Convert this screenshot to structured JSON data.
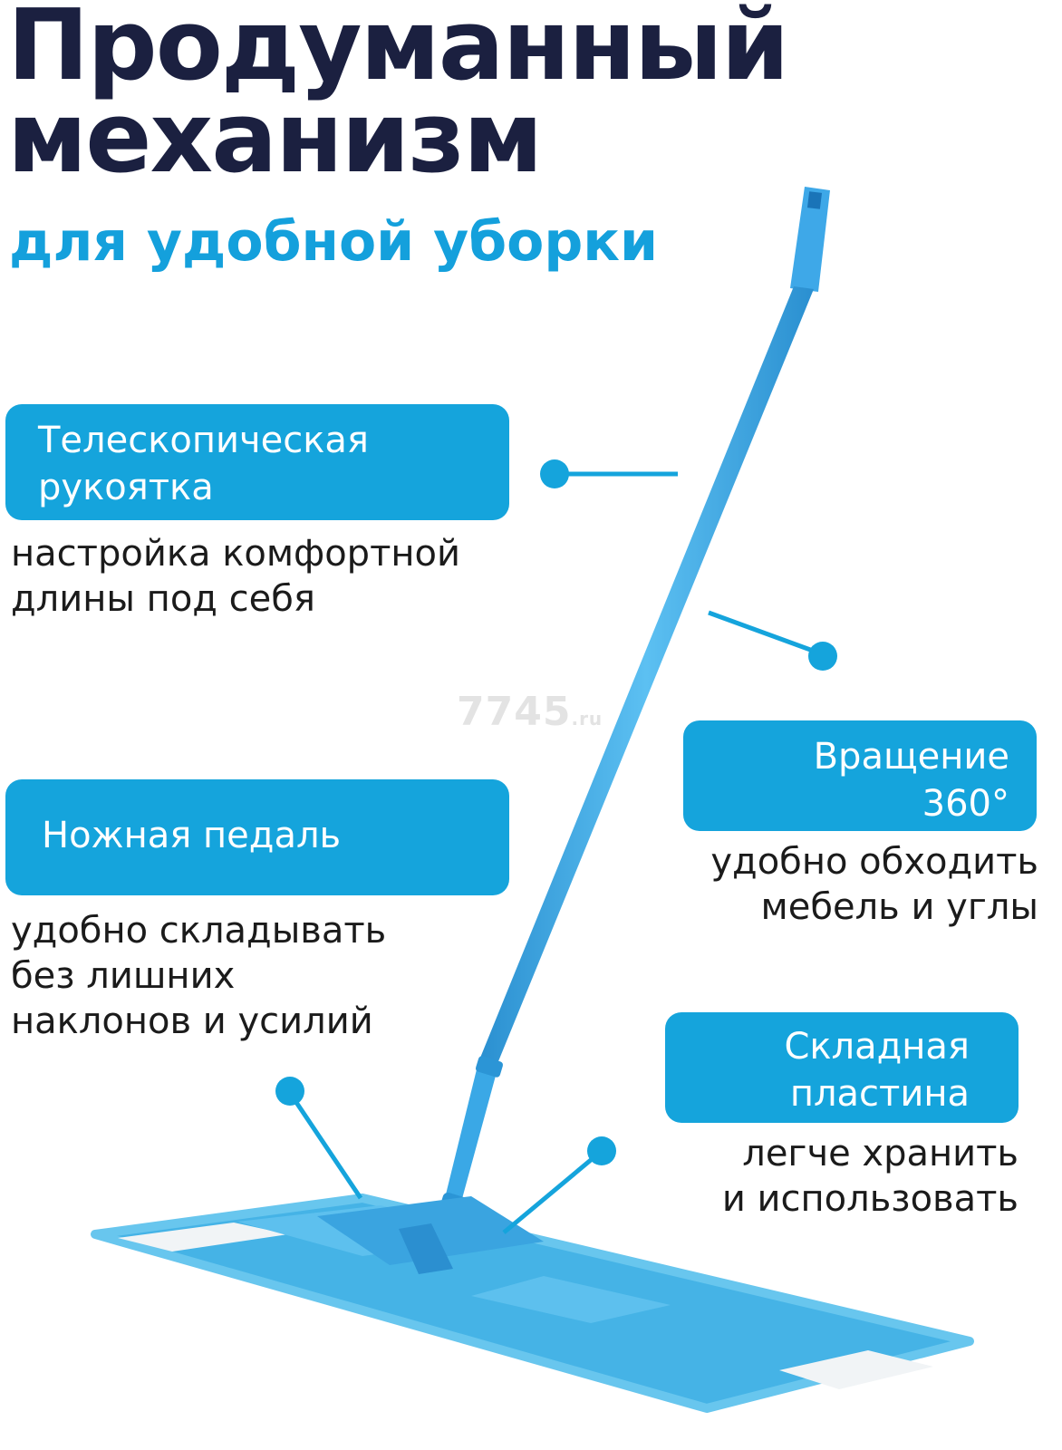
{
  "header": {
    "title_line1": "Продуманный",
    "title_line2": "механизм",
    "subtitle": "для удобной уборки"
  },
  "features": {
    "handle": {
      "title_line1": "Телескопическая",
      "title_line2": "рукоятка",
      "desc_line1": "настройка комфортной",
      "desc_line2": "длины под себя"
    },
    "rotation": {
      "title_line1": "Вращение",
      "title_line2": "360°",
      "desc_line1": "удобно обходить",
      "desc_line2": "мебель и углы"
    },
    "pedal": {
      "title": "Ножная педаль",
      "desc_line1": "удобно складывать",
      "desc_line2": "без лишних",
      "desc_line3": "наклонов и усилий"
    },
    "plate": {
      "title_line1": "Складная",
      "title_line2": "пластина",
      "desc_line1": "легче хранить",
      "desc_line2": "и использовать"
    }
  },
  "watermark": {
    "main": "7745",
    "suffix": ".ru"
  },
  "colors": {
    "title": "#1b2040",
    "accent": "#15a4dc",
    "mop": "#3aa8e6",
    "text": "#1b1b1b"
  }
}
